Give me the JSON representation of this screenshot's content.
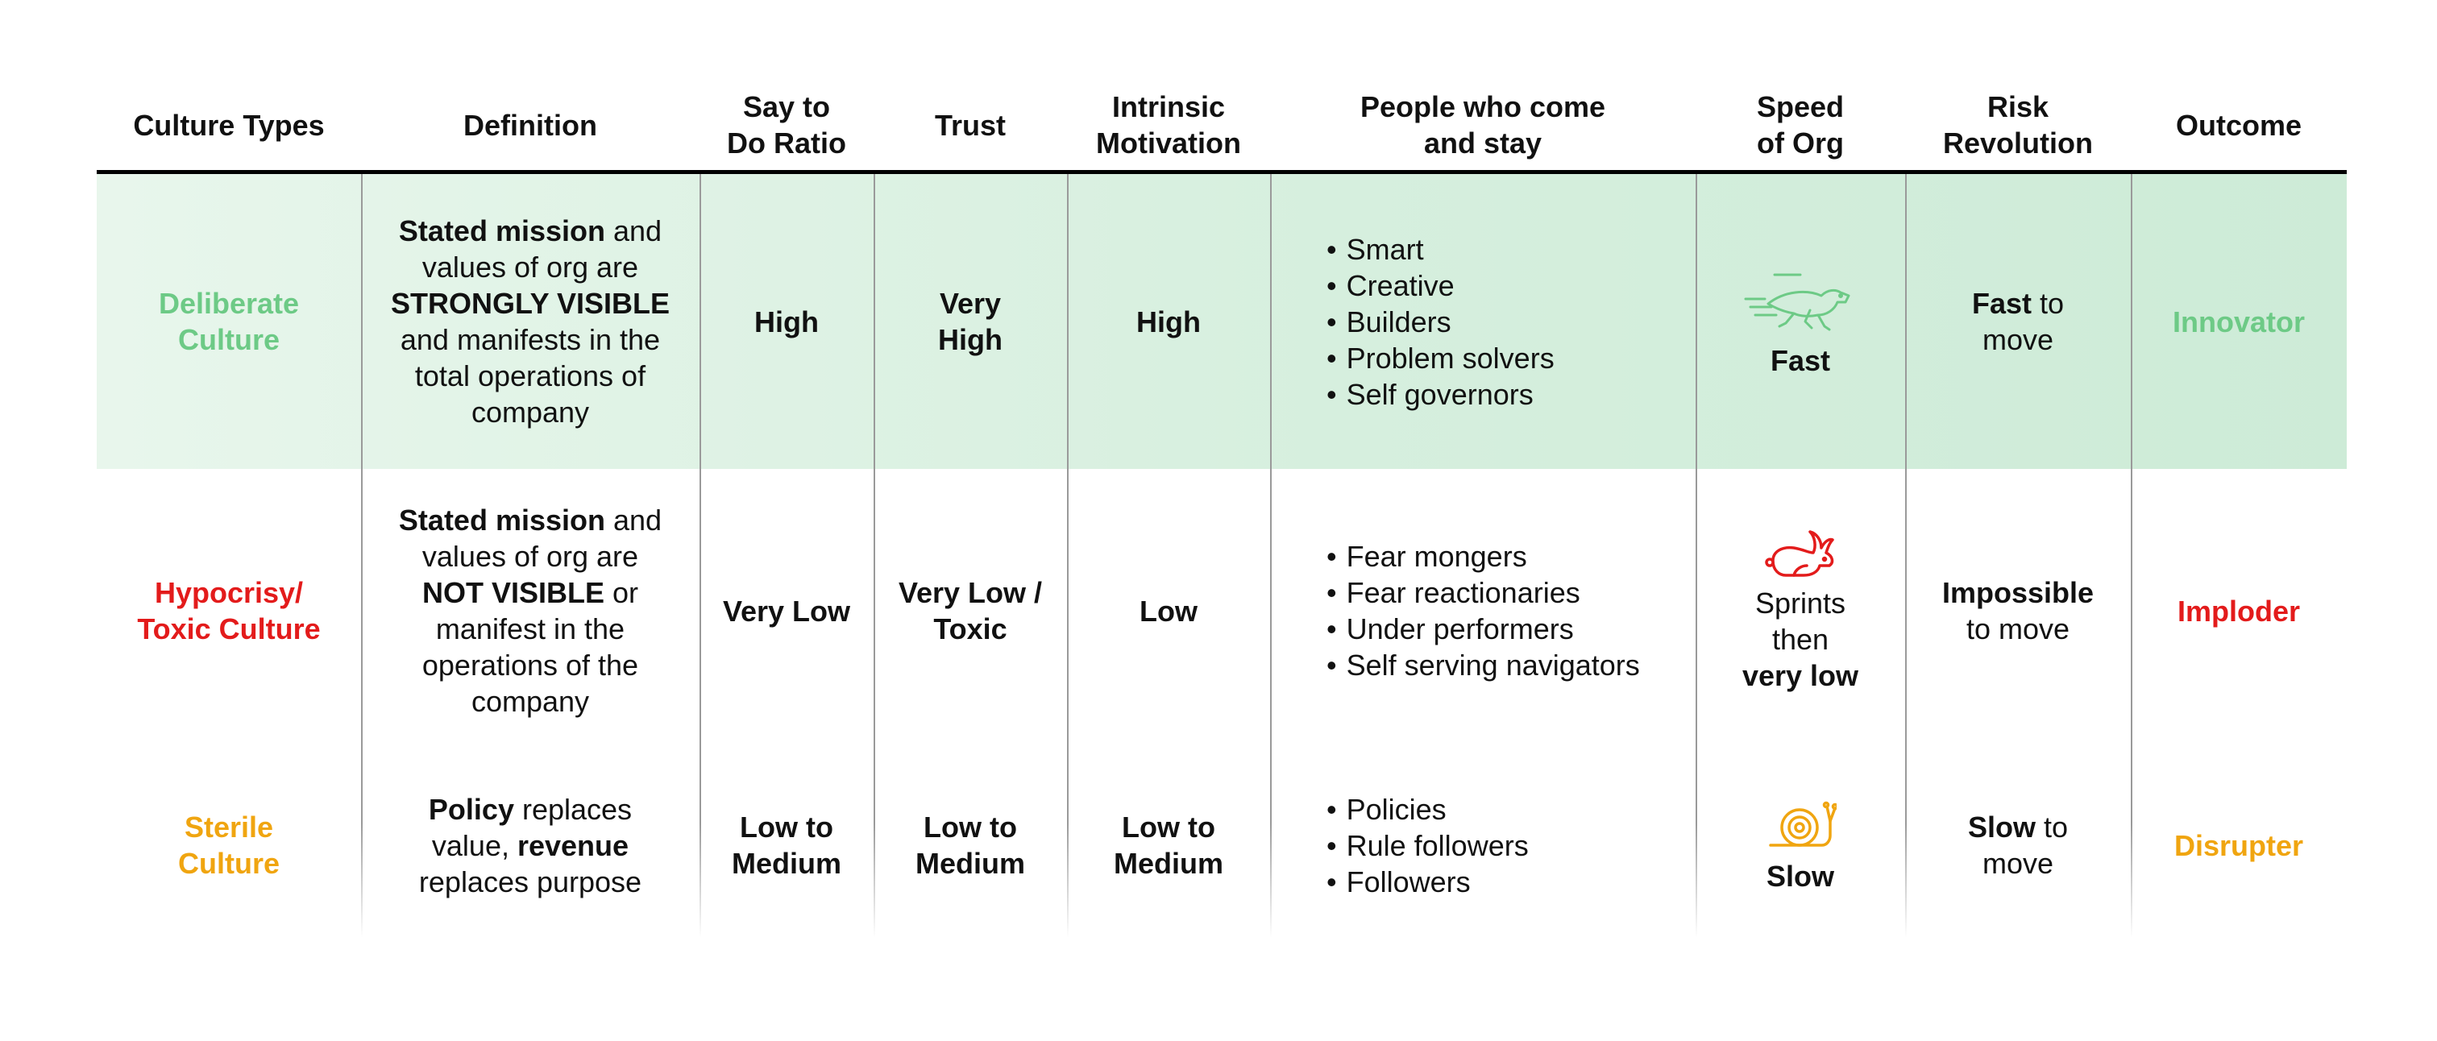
{
  "colors": {
    "deliberate": "#6dca86",
    "toxic": "#e31b1b",
    "sterile": "#f0a510",
    "header_rule": "#000000"
  },
  "headers": [
    {
      "line1": "Culture Types",
      "line2": ""
    },
    {
      "line1": "Definition",
      "line2": ""
    },
    {
      "line1": "Say to",
      "line2": "Do Ratio"
    },
    {
      "line1": "Trust",
      "line2": ""
    },
    {
      "line1": "Intrinsic",
      "line2": "Motivation"
    },
    {
      "line1": "People who come",
      "line2": "and stay"
    },
    {
      "line1": "Speed",
      "line2": "of Org"
    },
    {
      "line1": "Risk",
      "line2": "Revolution"
    },
    {
      "line1": "Outcome",
      "line2": ""
    }
  ],
  "rows": [
    {
      "culture": [
        "Deliberate",
        "Culture"
      ],
      "definition": {
        "l1a": "Stated mission",
        "l1b": " and",
        "l2": "values of org are",
        "l3": "STRONGLY VISIBLE",
        "l4": "and manifests in the",
        "l5": "total operations of",
        "l6": "company"
      },
      "say_do": "High",
      "trust": [
        "Very",
        "High"
      ],
      "motivation": "High",
      "people": [
        "Smart",
        "Creative",
        "Builders",
        "Problem solvers",
        "Self governors"
      ],
      "speed_icon": "running-cheetah-icon",
      "speed": "Fast",
      "risk": {
        "bold": "Fast",
        "rest1": " to",
        "rest2": "move"
      },
      "outcome": "Innovator"
    },
    {
      "culture": [
        "Hypocrisy/",
        "Toxic Culture"
      ],
      "definition": {
        "l1a": "Stated mission",
        "l1b": " and",
        "l2": "values of org are",
        "l3a": "NOT VISIBLE",
        "l3b": " or",
        "l4": "manifest in the",
        "l5": "operations of the",
        "l6": "company"
      },
      "say_do": "Very Low",
      "trust": [
        "Very Low /",
        "Toxic"
      ],
      "motivation": "Low",
      "people": [
        "Fear mongers",
        "Fear reactionaries",
        "Under performers",
        "Self serving navigators"
      ],
      "speed_icon": "rabbit-icon",
      "speed": [
        "Sprints",
        "then",
        "very low"
      ],
      "risk": {
        "bold": "Impossible",
        "rest": "to move"
      },
      "outcome": "Imploder"
    },
    {
      "culture": [
        "Sterile",
        "Culture"
      ],
      "definition": {
        "l1a": "Policy",
        "l1b": " replaces",
        "l2a": "value, ",
        "l2b": "revenue",
        "l3": "replaces purpose"
      },
      "say_do": [
        "Low to",
        "Medium"
      ],
      "trust": [
        "Low to",
        "Medium"
      ],
      "motivation": [
        "Low to",
        "Medium"
      ],
      "people": [
        "Policies",
        "Rule followers",
        "Followers"
      ],
      "speed_icon": "snail-icon",
      "speed": "Slow",
      "risk": {
        "bold": "Slow",
        "rest1": " to",
        "rest2": "move"
      },
      "outcome": "Disrupter"
    }
  ]
}
